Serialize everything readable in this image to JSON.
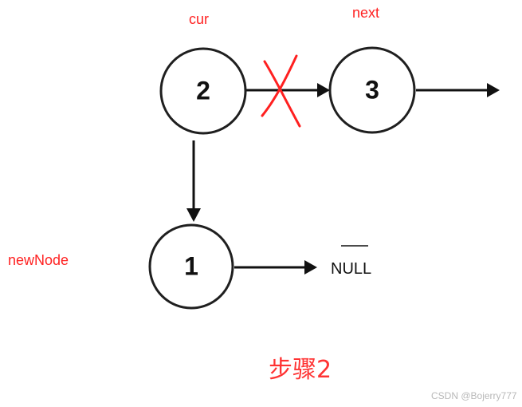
{
  "labels": {
    "cur": "cur",
    "next": "next",
    "new_node": "newNode",
    "null": "NULL",
    "step": "步骤2",
    "watermark": "CSDN @Bojerry777"
  },
  "nodes": {
    "cur_value": "2",
    "next_value": "3",
    "new_value": "1"
  },
  "colors": {
    "label_red": "#ff2222",
    "ink": "#111111",
    "watermark": "#b8b8b8"
  }
}
